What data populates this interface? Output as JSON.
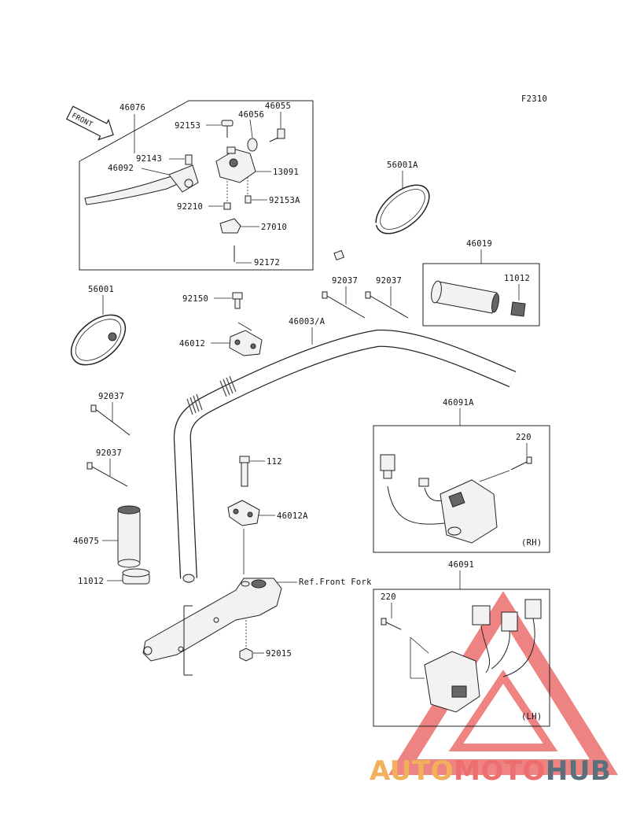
{
  "figure_code": "F2310",
  "front_arrow_text": "FRONT",
  "labels": {
    "l46076": "46076",
    "l46055": "46055",
    "l46056": "46056",
    "l92153": "92153",
    "l92143": "92143",
    "l46092": "46092",
    "l13091": "13091",
    "l92153A": "92153A",
    "l92210": "92210",
    "l27010": "27010",
    "l92172": "92172",
    "l56001A": "56001A",
    "l46019": "46019",
    "l11012a": "11012",
    "l56001": "56001",
    "l92150": "92150",
    "l92037a": "92037",
    "l92037b": "92037",
    "l46003A": "46003/A",
    "l46012": "46012",
    "l92037c": "92037",
    "l46091A": "46091A",
    "l220a": "220",
    "l92037d": "92037",
    "l112": "112",
    "l46012A": "46012A",
    "lRH": "(RH)",
    "l46075": "46075",
    "l11012b": "11012",
    "l46091": "46091",
    "lRefFrontFork": "Ref.Front Fork",
    "l220b": "220",
    "l92015": "92015",
    "lLH": "(LH)"
  },
  "watermark": {
    "part1": "AUTO",
    "part2": "MOTO",
    "part3": "HUB"
  },
  "colors": {
    "line": "#222222",
    "watermark_red": "#ec6e6e",
    "watermark_orange": "#f2b05a",
    "watermark_slate": "#5b6f7d"
  }
}
